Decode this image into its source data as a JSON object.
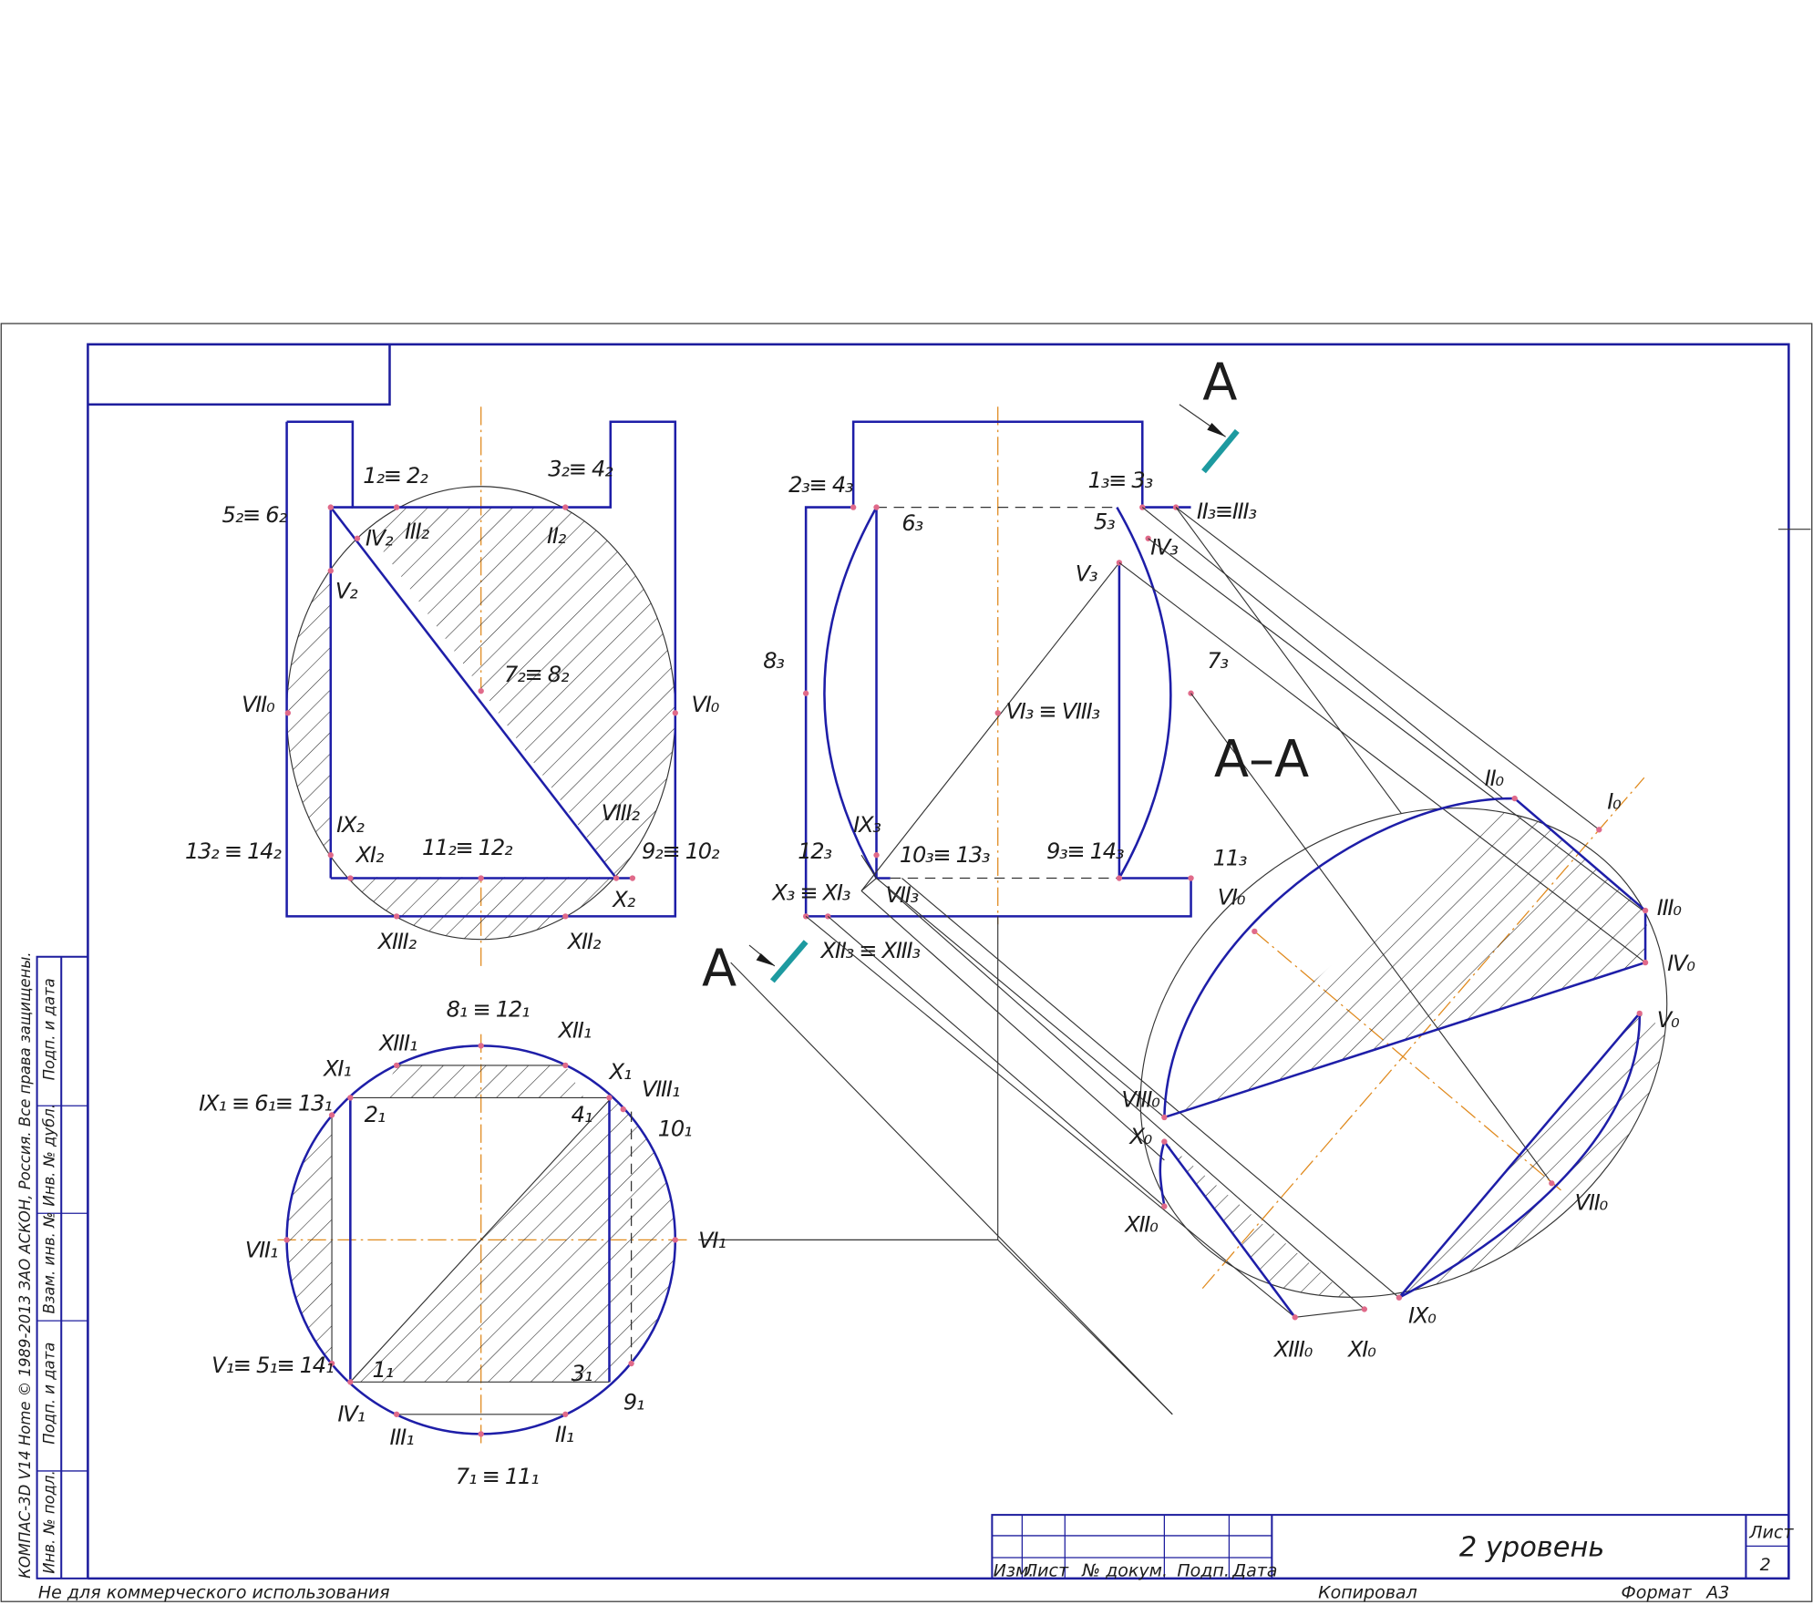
{
  "drawing": {
    "section_letter_top": "A",
    "section_letter_bottom": "A",
    "section_title": "A–A"
  },
  "front_view": {
    "labels": {
      "p12": "1₂≡ 2₂",
      "p34": "3₂≡ 4₂",
      "p56": "5₂≡ 6₂",
      "IV2": "IV₂",
      "III2": "III₂",
      "II2": "II₂",
      "V2": "V₂",
      "p78": "7₂≡ 8₂",
      "VII0": "VII₀",
      "VI0": "VI₀",
      "IX2": "IX₂",
      "VIII2": "VIII₂",
      "p1314": "13₂ ≡ 14₂",
      "XI2": "XI₂",
      "p1112": "11₂≡ 12₂",
      "p910": "9₂≡ 10₂",
      "X2": "X₂",
      "XIII2": "XIII₂",
      "XII2": "XII₂"
    }
  },
  "side_view": {
    "labels": {
      "p243": "2₃≡ 4₃",
      "p63": "6₃",
      "p133": "1₃≡ 3₃",
      "p53": "5₃",
      "IV3": "IV₃",
      "V3": "V₃",
      "II3III3": "II₃≡III₃",
      "p83": "8₃",
      "p73": "7₃",
      "VI3VIII3": "VI₃ ≡ VIII₃",
      "IX3": "IX₃",
      "p123": "12₃",
      "p1013": "10₃≡ 13₃",
      "p914": "9₃≡ 14₃",
      "p113": "11₃",
      "X3XI3": "X₃ ≡ XI₃",
      "VII3": "VII₃",
      "VI0": "VI₀",
      "XII3XIII3": "XII₃ ≡ XIII₃"
    }
  },
  "top_view": {
    "labels": {
      "p812": "8₁ ≡ 12₁",
      "XIII1": "XIII₁",
      "XII1": "XII₁",
      "XI1": "XI₁",
      "X1": "X₁",
      "VIII1": "VIII₁",
      "IX1": "IX₁ ≡ 6₁≡ 13₁",
      "p21": "2₁",
      "p41": "4₁",
      "p101": "10₁",
      "VII1": "VII₁",
      "VI1": "VI₁",
      "V1": "V₁≡ 5₁≡ 14₁",
      "p11": "1₁",
      "p31": "3₁",
      "IV1": "IV₁",
      "p91": "9₁",
      "III1": "III₁",
      "II1": "II₁",
      "p711": "7₁ ≡ 11₁"
    }
  },
  "section_view": {
    "labels": {
      "II0": "II₀",
      "I0": "I₀",
      "III0": "III₀",
      "IV0": "IV₀",
      "V0": "V₀",
      "VIII0": "VIII₀",
      "X0": "X₀",
      "XII0": "XII₀",
      "VII0": "VII₀",
      "XIII0": "XIII₀",
      "XI0": "XI₀",
      "IX0": "IX₀"
    }
  },
  "side_stamp": [
    "КОМПАС-3D V14 Home © 1989-2013 ЗАО АСКОН, Россия. Все права защищены."
  ],
  "side_fields": [
    "Подп. и дата",
    "Инв. № дубл.",
    "Взам. инв. №",
    "Подп. и дата",
    "Инв. № подл."
  ],
  "title_block": {
    "col_izm": "Изм.",
    "col_list": "Лист",
    "col_doc": "№ докум.",
    "col_podp": "Подп.",
    "col_data": "Дата",
    "designation": "2 уровень",
    "sheet_label": "Лист",
    "sheet_number": "2"
  },
  "footer": {
    "noncommercial": "Не для коммерческого использования",
    "copied": "Копировал",
    "format_label": "Формат",
    "format_value": "А3"
  },
  "colors": {
    "frame": "#1e1e9e",
    "contour": "#1e1ea8",
    "axis": "#e08a1e",
    "section_mark": "#1d9aa0",
    "points": "#e06a8a"
  }
}
